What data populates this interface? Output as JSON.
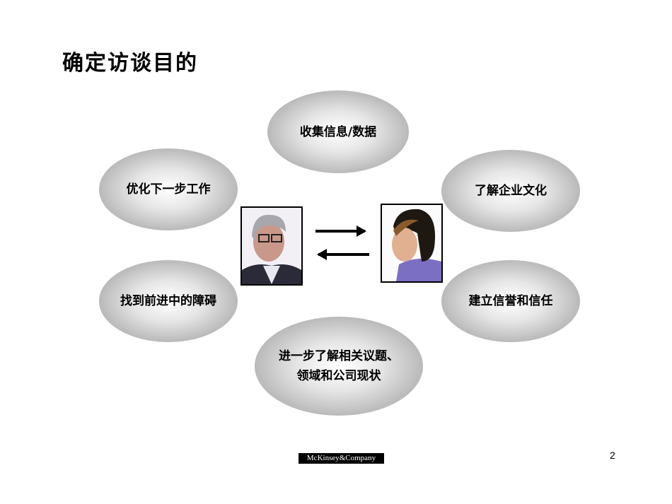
{
  "title": "确定访谈目的",
  "purposes": [
    "收集信息/数据",
    "优化下一步工作",
    "了解企业文化",
    "找到前进中的障碍",
    "建立信誉和信任",
    "进一步了解相关议题、",
    "领域和公司现状"
  ],
  "footer": {
    "logo": "McKinsey&Company",
    "page_number": "2"
  }
}
